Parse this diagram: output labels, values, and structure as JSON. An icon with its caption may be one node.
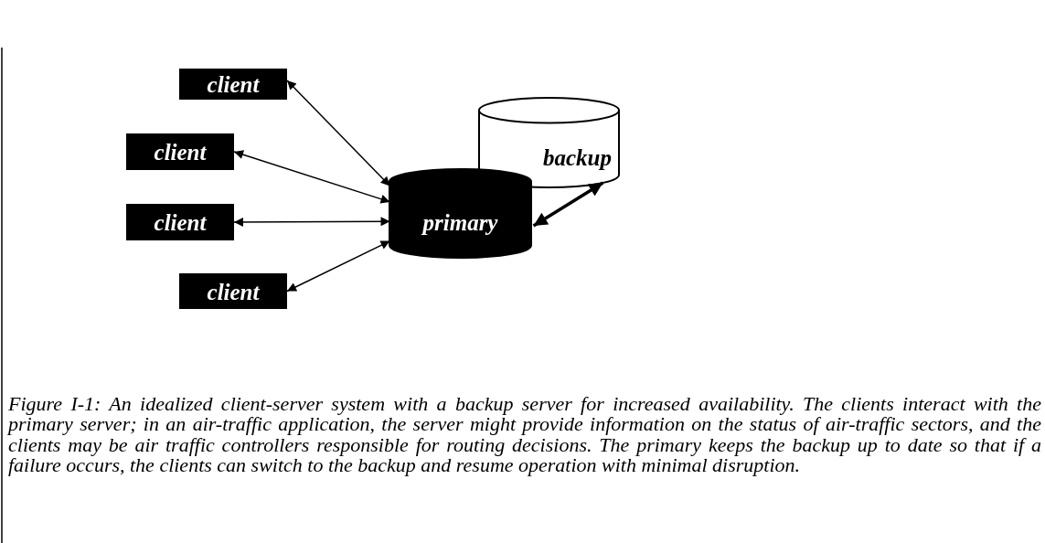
{
  "diagram": {
    "caption": "Figure I-1: An idealized client-server system with a backup server for increased availability.  The clients interact with the primary server; in an air-traffic application, the server might provide information on the status of air-traffic sectors, and the clients may be air traffic controllers responsible for routing decisions.  The primary keeps the backup up to date so that if a failure occurs, the clients can switch to the backup and resume operation with minimal disruption.",
    "nodes": [
      {
        "text": [
          "client"
        ]
      },
      {
        "text": [
          "client"
        ]
      },
      {
        "text": [
          "client"
        ]
      },
      {
        "text": [
          "client"
        ]
      },
      {
        "text": [
          "primary"
        ]
      },
      {
        "text": [
          "backup"
        ]
      }
    ],
    "edges": [
      {
        "from": 0,
        "to": 4,
        "arrow": "both"
      },
      {
        "from": 1,
        "to": 4,
        "arrow": "both"
      },
      {
        "from": 2,
        "to": 4,
        "arrow": "both"
      },
      {
        "from": 3,
        "to": 4,
        "arrow": "both"
      },
      {
        "from": 4,
        "to": 5,
        "arrow": "both",
        "style": "thick"
      }
    ]
  }
}
